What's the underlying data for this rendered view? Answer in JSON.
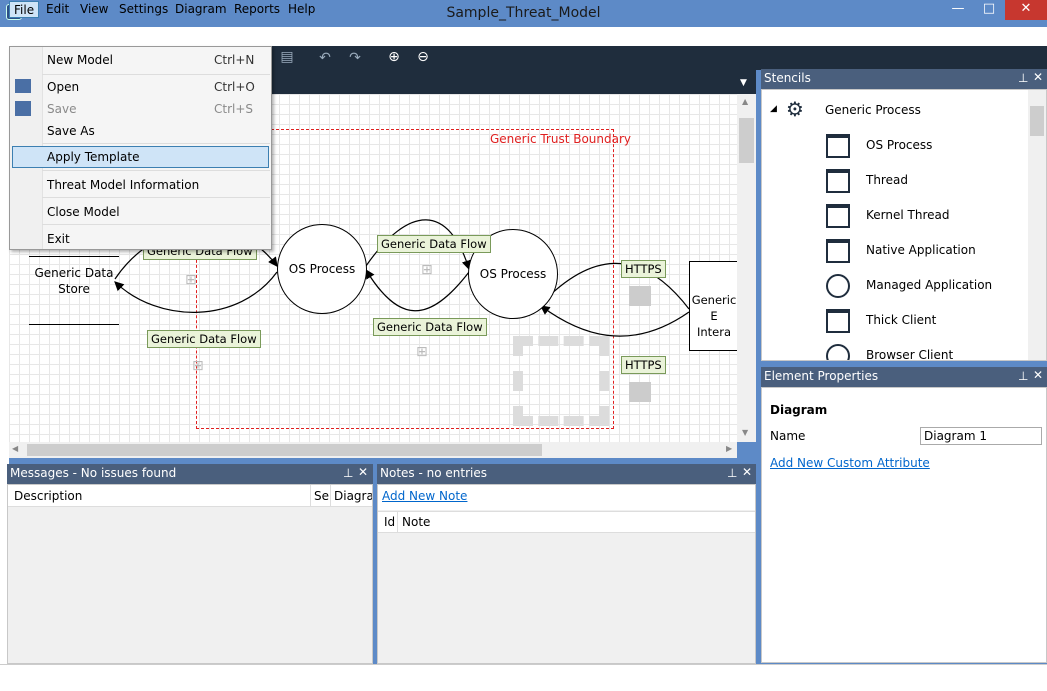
{
  "window": {
    "title": "Sample_Threat_Model",
    "controls": {
      "minimize": "—",
      "maximize": "□",
      "close": "✕"
    }
  },
  "menubar": {
    "items": [
      "File",
      "Edit",
      "View",
      "Settings",
      "Diagram",
      "Reports",
      "Help"
    ]
  },
  "file_menu": {
    "items": [
      {
        "label": "New Model",
        "shortcut": "Ctrl+N"
      },
      {
        "label": "Open",
        "shortcut": "Ctrl+O"
      },
      {
        "label": "Save",
        "shortcut": "Ctrl+S"
      },
      {
        "label": "Save As",
        "shortcut": ""
      },
      {
        "label": "Apply Template",
        "shortcut": ""
      },
      {
        "label": "Threat Model Information",
        "shortcut": ""
      },
      {
        "label": "Close Model",
        "shortcut": ""
      },
      {
        "label": "Exit",
        "shortcut": ""
      }
    ]
  },
  "diagram": {
    "trust_boundary": "Generic Trust Boundary",
    "store": "Generic Data Store",
    "store_line1": "Generic Data",
    "store_line2": "Store",
    "process1": "OS Process",
    "process2": "OS Process",
    "interactor_line1": "Generic E",
    "interactor_line2": "Intera",
    "flow_top_left": "Generic Data Flow",
    "flow_bottom_left": "Generic Data Flow",
    "flow_top_mid": "Generic Data Flow",
    "flow_bottom_mid": "Generic Data Flow",
    "https_top": "HTTPS",
    "https_bottom": "HTTPS"
  },
  "stencils": {
    "title": "Stencils",
    "group": "Generic Process",
    "items": [
      "OS Process",
      "Thread",
      "Kernel Thread",
      "Native Application",
      "Managed Application",
      "Thick Client",
      "Browser Client"
    ]
  },
  "element_properties": {
    "title": "Element Properties",
    "section": "Diagram",
    "name_label": "Name",
    "name_value": "Diagram 1",
    "add_attr": "Add New Custom Attribute"
  },
  "messages": {
    "title": "Messages - No issues found",
    "columns": [
      "Description",
      "Se",
      "Diagrar"
    ]
  },
  "notes": {
    "title": "Notes - no entries",
    "add_note": "Add New Note",
    "columns": [
      "Id",
      "Note"
    ]
  }
}
